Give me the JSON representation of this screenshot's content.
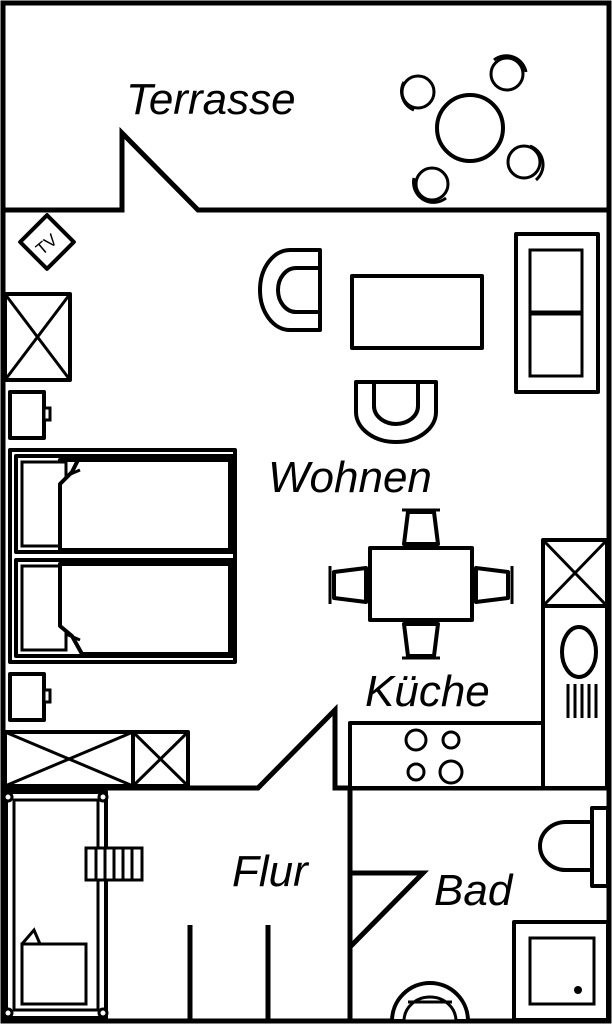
{
  "rooms": {
    "terrace": "Terrasse",
    "living": "Wohnen",
    "kitchen": "Küche",
    "hall": "Flur",
    "bath": "Bad"
  },
  "tv_label": "TV",
  "colors": {
    "line": "#000000",
    "background": "#ffffff"
  },
  "icons": [
    "patio-table-icon",
    "armchair-icon",
    "coffee-table-icon",
    "sofa-icon",
    "tv-icon",
    "wardrobe-icon",
    "nightstand-icon",
    "twin-bed-icon",
    "dining-table-icon",
    "dining-chair-icon",
    "fridge-icon",
    "sink-icon",
    "radiator-icon",
    "stove-icon",
    "bunk-bed-icon",
    "ladder-icon",
    "toilet-icon",
    "shower-icon",
    "washbasin-icon"
  ]
}
